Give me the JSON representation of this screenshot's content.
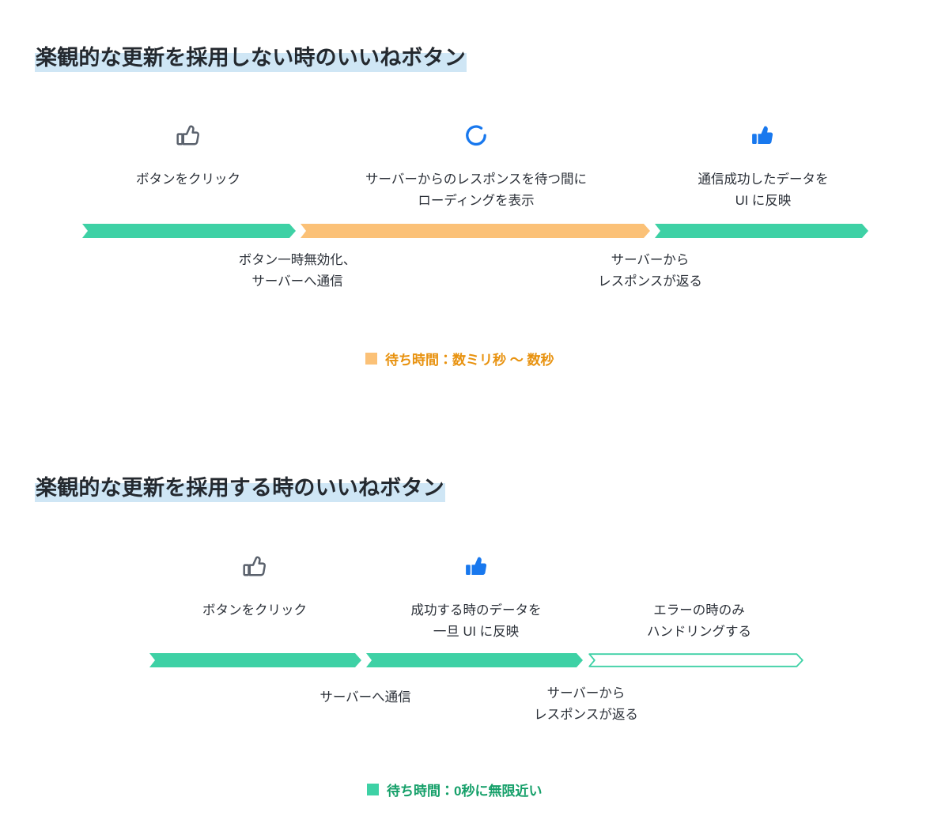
{
  "colors": {
    "green_fill": "#3ed1a5",
    "orange_fill": "#fbc177",
    "blue_icon": "#1878ee",
    "gray_icon": "#5a616c",
    "highlight": "#cfe6f5",
    "legend_orange_text": "#e8920f",
    "legend_green_text": "#16a06a",
    "text": "#2b3038"
  },
  "sections": [
    {
      "title": "楽観的な更新を採用しない時のいいねボタン",
      "steps": [
        {
          "icon": "thumbs-up-outline-icon",
          "label_lines": [
            "ボタンをクリック"
          ]
        },
        {
          "icon": "loading-spinner-icon",
          "label_lines": [
            "サーバーからのレスポンスを待つ間に",
            "ローディングを表示"
          ]
        },
        {
          "icon": "thumbs-up-filled-icon",
          "label_lines": [
            "通信成功したデータを",
            "UI に反映"
          ]
        }
      ],
      "bars": [
        {
          "style": "filled-green"
        },
        {
          "style": "filled-orange"
        },
        {
          "style": "filled-green"
        }
      ],
      "bar_labels": [
        {
          "lines": [
            "ボタン一時無効化、",
            "サーバーへ通信"
          ]
        },
        {
          "lines": [
            "サーバーから",
            "レスポンスが返る"
          ]
        }
      ],
      "legend": {
        "marker": "orange-square-icon",
        "text": "待ち時間：数ミリ秒 〜 数秒",
        "variant": "orange"
      }
    },
    {
      "title": "楽観的な更新を採用する時のいいねボタン",
      "steps": [
        {
          "icon": "thumbs-up-outline-icon",
          "label_lines": [
            "ボタンをクリック"
          ]
        },
        {
          "icon": "thumbs-up-filled-icon",
          "label_lines": [
            "成功する時のデータを",
            "一旦 UI に反映"
          ]
        },
        {
          "icon": "none",
          "label_lines": [
            "エラーの時のみ",
            "ハンドリングする"
          ]
        }
      ],
      "bars": [
        {
          "style": "filled-green"
        },
        {
          "style": "filled-green"
        },
        {
          "style": "outline-green"
        }
      ],
      "bar_labels": [
        {
          "lines": [
            "サーバーへ通信"
          ]
        },
        {
          "lines": [
            "サーバーから",
            "レスポンスが返る"
          ]
        }
      ],
      "legend": {
        "marker": "green-square-icon",
        "text": "待ち時間：0秒に無限近い",
        "variant": "green"
      }
    }
  ]
}
